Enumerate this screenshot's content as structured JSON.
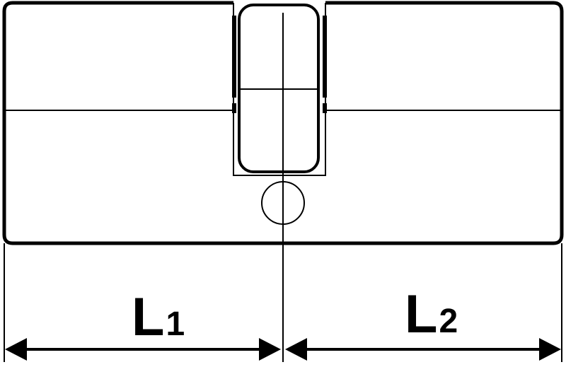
{
  "diagram": {
    "labels": {
      "left_length": "L",
      "left_subscript": "1",
      "right_length": "L",
      "right_subscript": "2"
    },
    "colors": {
      "stroke": "#000000",
      "background": "#ffffff"
    }
  }
}
